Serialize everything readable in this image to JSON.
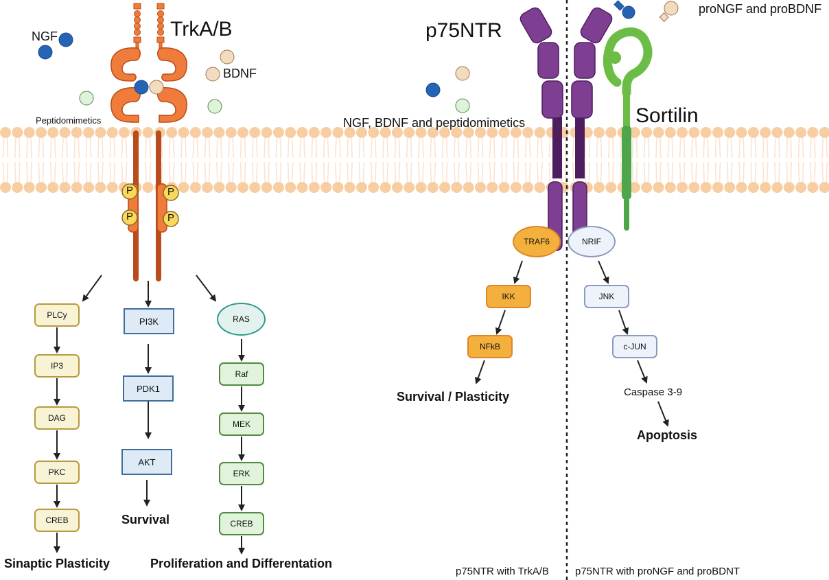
{
  "title": "Neurotrophin receptor signaling: TrkA/B, p75NTR and Sortilin",
  "colors": {
    "trk": "#f07c3c",
    "trk_dark": "#b84c1a",
    "p75": "#7e3f93",
    "p75_dark": "#4d1d5e",
    "sortilin": "#6cbd45",
    "membrane": "#f7cda2",
    "ngf": "#2563b5",
    "bdnf": "#f2dcc0",
    "peptidomimetic": "#dff3dc",
    "phospho": "#f9d85a"
  },
  "receptors": {
    "trk": "TrkA/B",
    "p75": "p75NTR",
    "sortilin": "Sortilin"
  },
  "ligands": {
    "ngf": "NGF",
    "bdnf": "BDNF",
    "peptidomimetics": "Peptidomimetics",
    "p75_ligands": "NGF, BDNF and peptidomimetics",
    "pro_ligands": "proNGF and proBDNF"
  },
  "phospho_label": "P",
  "pathways": {
    "plc": {
      "nodes": [
        "PLCy",
        "IP3",
        "DAG",
        "PKC",
        "CREB"
      ],
      "outcome": "Sinaptic Plasticity"
    },
    "pi3k": {
      "nodes": [
        "PI3K",
        "PDK1",
        "AKT"
      ],
      "outcome": "Survival"
    },
    "ras": {
      "nodes": [
        "RAS",
        "Raf",
        "MEK",
        "ERK",
        "CREB"
      ],
      "outcome": "Proliferation and Differentation"
    },
    "traf6": {
      "nodes": [
        "TRAF6",
        "IKK",
        "NFkB"
      ],
      "outcome": "Survival / Plasticity"
    },
    "nrif": {
      "nodes": [
        "NRIF",
        "JNK",
        "c-JUN"
      ],
      "caspase": "Caspase 3-9",
      "outcome": "Apoptosis"
    }
  },
  "footer": {
    "left": "p75NTR with TrkA/B",
    "right": "p75NTR with proNGF and proBDNT"
  }
}
